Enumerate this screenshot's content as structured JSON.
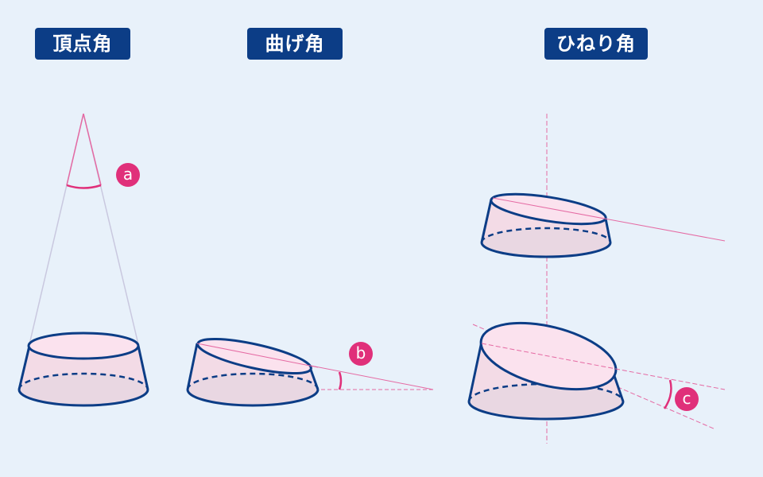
{
  "labels": {
    "apex_angle": "頂点角",
    "bend_angle": "曲げ角",
    "twist_angle": "ひねり角"
  },
  "badges": {
    "a": "a",
    "b": "b",
    "c": "c"
  },
  "colors": {
    "background": "#e8f1fa",
    "label_fill": "#0c3d86",
    "label_text": "#ffffff",
    "outline": "#0c3d86",
    "accent": "#e0307a",
    "guide_line": "#e56aa3",
    "cone_line": "#c9c8df",
    "face_fill": "#fbe2ee",
    "body_fill": "#f3dbe6",
    "bottom_fill": "#e9d7e2"
  }
}
